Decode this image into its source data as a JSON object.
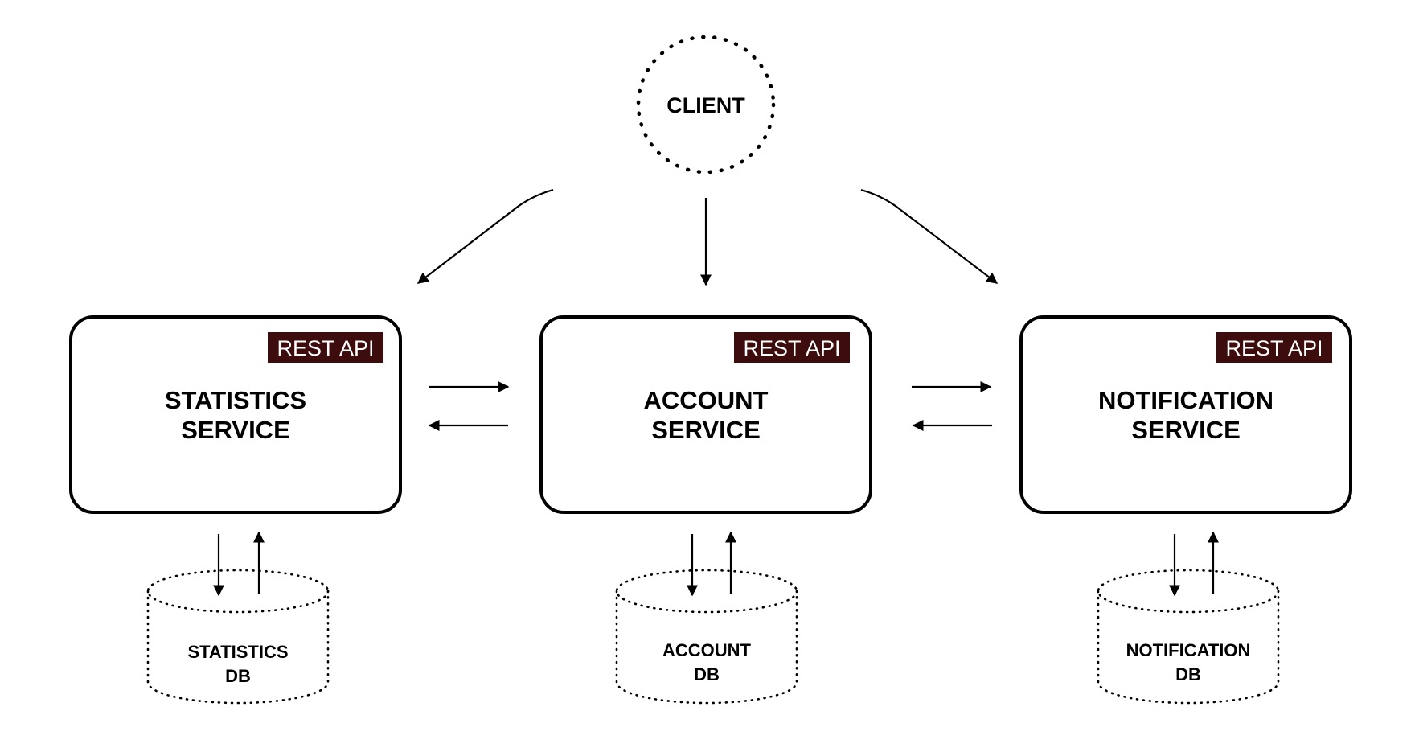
{
  "client": {
    "label": "CLIENT"
  },
  "services": [
    {
      "badge": "REST API",
      "title_line1": "STATISTICS",
      "title_line2": "SERVICE",
      "db_line1": "STATISTICS",
      "db_line2": "DB"
    },
    {
      "badge": "REST API",
      "title_line1": "ACCOUNT",
      "title_line2": "SERVICE",
      "db_line1": "ACCOUNT",
      "db_line2": "DB"
    },
    {
      "badge": "REST API",
      "title_line1": "NOTIFICATION",
      "title_line2": "SERVICE",
      "db_line1": "NOTIFICATION",
      "db_line2": "DB"
    }
  ],
  "colors": {
    "badge_bg": "#3d0c0c",
    "badge_text": "#ffffff",
    "stroke": "#000000",
    "background": "#ffffff"
  }
}
